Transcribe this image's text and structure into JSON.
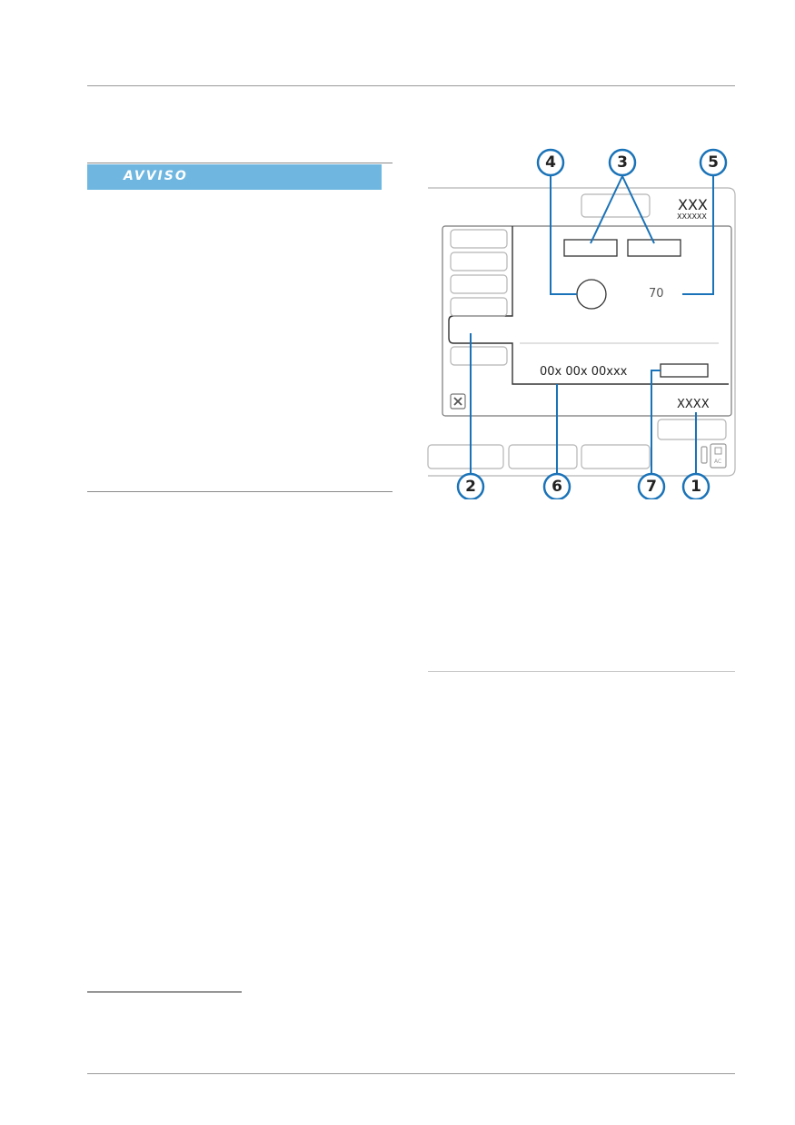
{
  "notice": {
    "title": "AVVISO"
  },
  "figure": {
    "top_right_title": "XXX",
    "top_right_subtitle": "XXXXXX",
    "value": "70",
    "timestamp": "00x 00x 00xxx",
    "bottom_label": "XXXX",
    "power_label": "AC",
    "accent_color": "#1a73b8",
    "callouts": [
      "4",
      "3",
      "5",
      "2",
      "6",
      "7",
      "1"
    ]
  }
}
